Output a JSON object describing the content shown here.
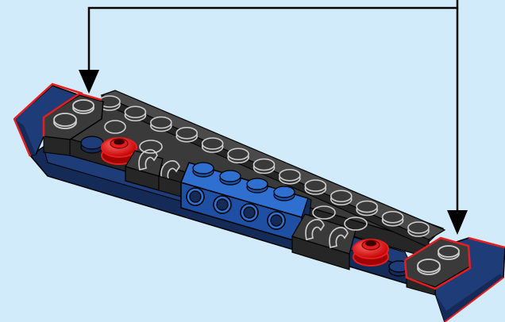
{
  "diagram": {
    "kind": "lego-build-instruction-step",
    "colors": {
      "background": "#d2ebfb",
      "brick_dark": "#3a3a3a",
      "brick_dark_side": "#262626",
      "brick_dark_top": "#4a4a4a",
      "stud_outline": "#cfcfcf",
      "navy": "#1e3c78",
      "navy_side": "#142a57",
      "blue": "#2f6fd0",
      "blue_side": "#1f4fa3",
      "red_part": "#e21c1c",
      "red_part_dark": "#a00000",
      "highlight_outline": "#e61e1e",
      "arrow": "#000000"
    },
    "parts": [
      {
        "id": "left-wedge",
        "color": "navy",
        "highlighted": true
      },
      {
        "id": "right-wedge",
        "color": "navy",
        "highlighted": true
      },
      {
        "id": "left-end-plate",
        "color": "brick_dark",
        "highlighted": true
      },
      {
        "id": "right-end-plate",
        "color": "brick_dark",
        "highlighted": true
      },
      {
        "id": "long-plate",
        "color": "brick_dark",
        "studs": 13
      },
      {
        "id": "center-technic-brick",
        "color": "blue",
        "studs": 4,
        "holes": 4
      },
      {
        "id": "left-round-stud",
        "color": "red_part"
      },
      {
        "id": "right-round-stud",
        "color": "red_part"
      }
    ],
    "arrows": [
      {
        "id": "left-arrow",
        "target": "left-end-plate"
      },
      {
        "id": "right-arrow",
        "target": "right-end-plate"
      }
    ],
    "icons": [
      "down-arrow-icon",
      "stud-icon",
      "technic-hole-icon",
      "clip-icon"
    ]
  }
}
